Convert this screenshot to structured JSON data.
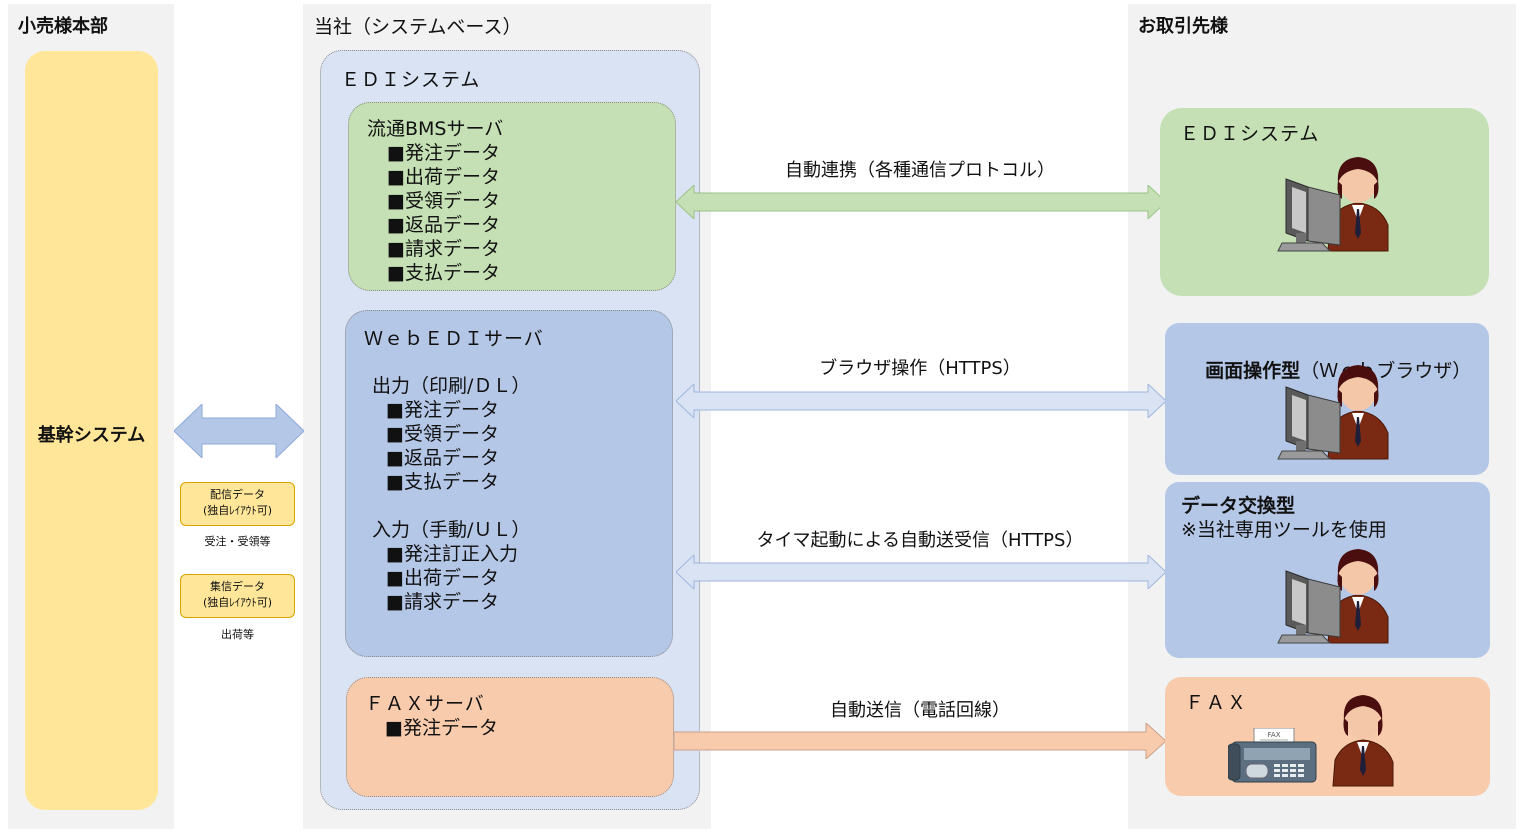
{
  "columns": {
    "retail": "小売様本部",
    "company": "当社（システムベース）",
    "partner": "お取引先様"
  },
  "core_system": "基幹システム",
  "tags": [
    {
      "label_lines": [
        "配信データ",
        "(独自ﾚｲｱｳﾄ可)"
      ],
      "caption": "受注・受領等"
    },
    {
      "label_lines": [
        "集信データ",
        "(独自ﾚｲｱｳﾄ可)"
      ],
      "caption": "出荷等"
    }
  ],
  "edi_system": {
    "title": "ＥＤＩシステム",
    "bms": {
      "title": "流通BMSサーバ",
      "items": [
        "■発注データ",
        "■出荷データ",
        "■受領データ",
        "■返品データ",
        "■請求データ",
        "■支払データ"
      ]
    },
    "webedi": {
      "title": "ＷｅｂＥＤＩサーバ",
      "output_title": "出力（印刷/ＤＬ）",
      "output_items": [
        "■発注データ",
        "■受領データ",
        "■返品データ",
        "■支払データ"
      ],
      "input_title": "入力（手動/ＵＬ）",
      "input_items": [
        "■発注訂正入力",
        "■出荷データ",
        "■請求データ"
      ]
    },
    "fax": {
      "title": "ＦＡＸサーバ",
      "items": [
        "■発注データ"
      ]
    }
  },
  "arrows": [
    {
      "label": "自動連携（各種通信プロトコル）",
      "color": "#c5e0b4"
    },
    {
      "label": "ブラウザ操作（HTTPS）",
      "color": "#dae3f3"
    },
    {
      "label": "タイマ起動による自動送受信（HTTPS）",
      "color": "#dae3f3"
    },
    {
      "label": "自動送信（電話回線）",
      "color": "#f8cbad"
    }
  ],
  "partners": [
    {
      "title": "ＥＤＩシステム",
      "subtitle": ""
    },
    {
      "title": "画面操作型",
      "title_suffix": "（Ｗｅｂブラウザ）",
      "subtitle": ""
    },
    {
      "title": "データ交換型",
      "subtitle": "※当社専用ツールを使用"
    },
    {
      "title": "ＦＡＸ",
      "subtitle": "",
      "fax_paper_label": "FAX"
    }
  ],
  "colors": {
    "green": "#c5e0b4",
    "blue": "#b4c7e7",
    "salmon": "#f8cbad",
    "yellow": "#ffe699",
    "light_blue_panel": "#dae3f3",
    "grey_bg": "#f2f2f2"
  }
}
